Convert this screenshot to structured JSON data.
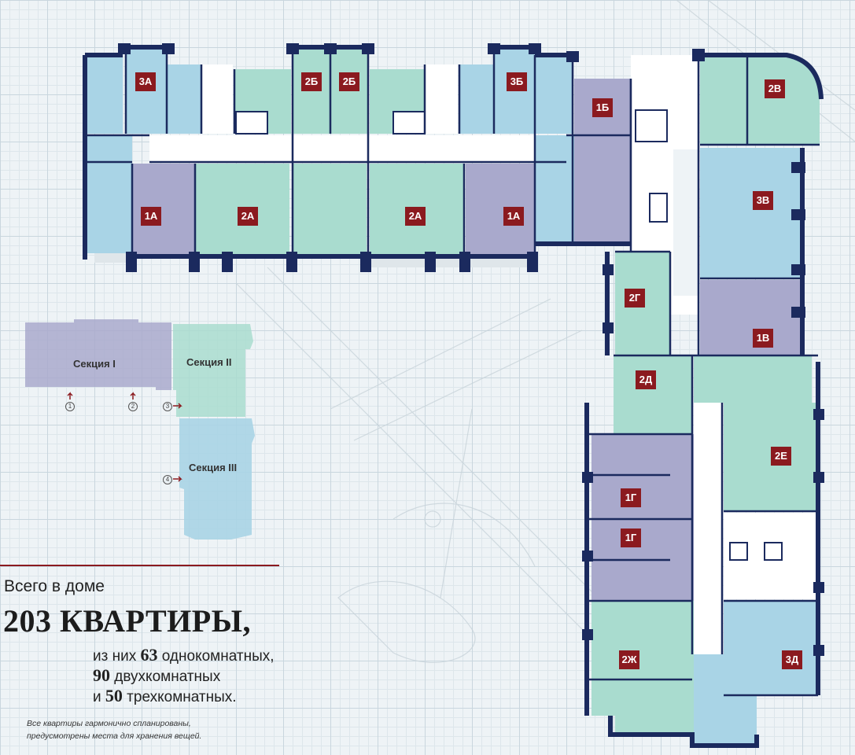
{
  "colors": {
    "wall": "#1b2a5e",
    "one_room": "#a9a9cc",
    "two_room": "#a9dccf",
    "three_room": "#a9d4e6",
    "common": "#ffffff",
    "label_bg": "#8b1a1f"
  },
  "apartments": [
    {
      "label": "3А"
    },
    {
      "label": "2Б"
    },
    {
      "label": "2Б"
    },
    {
      "label": "3Б"
    },
    {
      "label": "1Б"
    },
    {
      "label": "2В"
    },
    {
      "label": "1А"
    },
    {
      "label": "2А"
    },
    {
      "label": "2А"
    },
    {
      "label": "1А"
    },
    {
      "label": "3В"
    },
    {
      "label": "2Г"
    },
    {
      "label": "1В"
    },
    {
      "label": "2Д"
    },
    {
      "label": "2Е"
    },
    {
      "label": "1Г"
    },
    {
      "label": "1Г"
    },
    {
      "label": "2Ж"
    },
    {
      "label": "3Д"
    }
  ],
  "sections": [
    {
      "name": "Секция I"
    },
    {
      "name": "Секция II"
    },
    {
      "name": "Секция III"
    }
  ],
  "entrances": [
    "1",
    "2",
    "3",
    "4"
  ],
  "summary": {
    "intro": "Всего в доме",
    "headline": "203 КВАРТИРЫ,",
    "line1_pre": "из них ",
    "line1_num": "63",
    "line1_post": " однокомнатных,",
    "line2_num": "90",
    "line2_post": " двухкомнатных",
    "line3_pre": "и ",
    "line3_num": "50",
    "line3_post": " трехкомнатных.",
    "note1": "Все квартиры гармонично спланированы,",
    "note2": "предусмотрены места для хранения вещей."
  }
}
